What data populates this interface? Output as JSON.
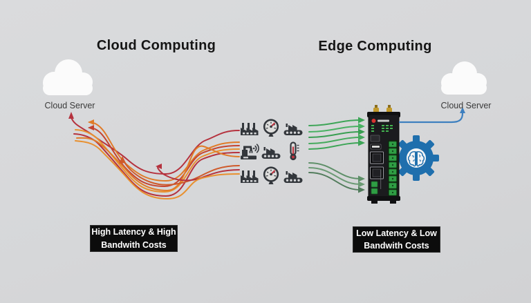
{
  "left_section": {
    "title": "Cloud Computing",
    "cloud_label": "Cloud Server",
    "banner_line1": "High Latency & High",
    "banner_line2": "Bandwith Costs"
  },
  "right_section": {
    "title": "Edge Computing",
    "cloud_label": "Cloud Server",
    "banner_line1": "Low Latency & Low",
    "banner_line2": "Bandwith Costs"
  },
  "icon_grid": {
    "rows": [
      [
        "factory-icon",
        "gauge-icon",
        "conveyor-icon"
      ],
      [
        "robot-arm-wifi-icon",
        "conveyor-icon",
        "thermometer-icon"
      ],
      [
        "factory-icon",
        "gauge-icon",
        "conveyor-icon"
      ]
    ]
  },
  "flows": {
    "cloud_line_colors": [
      "#b5323e",
      "#e07b28",
      "#c44430",
      "#e8902f",
      "#b5323e",
      "#e07b28",
      "#cf5a2a",
      "#b5323e",
      "#e8902f"
    ],
    "edge_line_colors_upper": [
      "#3da557",
      "#48b162",
      "#389e51",
      "#44aa5c",
      "#3da557"
    ],
    "edge_line_colors_lower": [
      "#5e8f68",
      "#6b9a74",
      "#527c5c"
    ],
    "uplink_color": "#3d7fbf"
  },
  "palette": {
    "background": "#d6d7d9",
    "banner_bg": "#0c0c0c",
    "banner_text": "#ffffff",
    "icon_color": "#33373c",
    "icon_accent": "#c03340",
    "gear_color": "#1f6fad",
    "device_body": "#1b1b1e",
    "device_led_green": "#2f9e44",
    "device_logo_red": "#d8322f",
    "antenna_gold": "#c29a2b",
    "cloud_fill": "#fbfbfb"
  }
}
